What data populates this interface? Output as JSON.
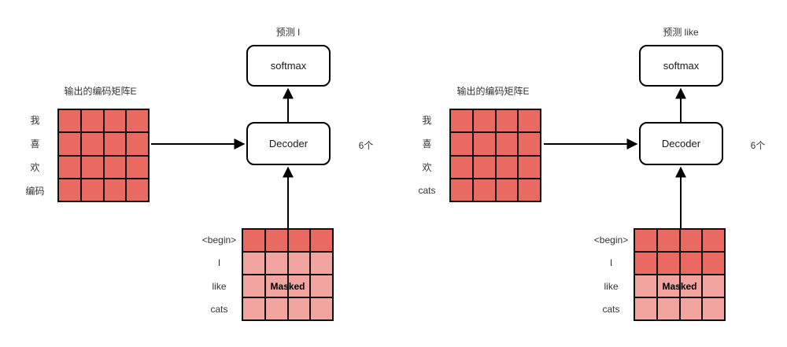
{
  "colors": {
    "cell_dark": "#ea6a62",
    "cell_light": "#f2a49e",
    "line": "#000000",
    "text": "#333333"
  },
  "diagrams": [
    {
      "prediction_label": "预测 I",
      "softmax_label": "softmax",
      "decoder_label": "Decoder",
      "count_label": "6个",
      "encoder_matrix": {
        "title": "输出的编码矩阵E",
        "rows": [
          {
            "label": "我",
            "shade": "dark"
          },
          {
            "label": "喜",
            "shade": "dark"
          },
          {
            "label": "欢",
            "shade": "dark"
          },
          {
            "label": "编码",
            "shade": "dark"
          }
        ]
      },
      "input_matrix": {
        "masked_label": "Masked",
        "rows": [
          {
            "label": "<begin>",
            "shade": "dark"
          },
          {
            "label": "I",
            "shade": "light"
          },
          {
            "label": "like",
            "shade": "light"
          },
          {
            "label": "cats",
            "shade": "light"
          }
        ]
      }
    },
    {
      "prediction_label": "预测 like",
      "softmax_label": "softmax",
      "decoder_label": "Decoder",
      "count_label": "6个",
      "encoder_matrix": {
        "title": "输出的编码矩阵E",
        "rows": [
          {
            "label": "我",
            "shade": "dark"
          },
          {
            "label": "喜",
            "shade": "dark"
          },
          {
            "label": "欢",
            "shade": "dark"
          },
          {
            "label": "cats",
            "shade": "dark"
          }
        ]
      },
      "input_matrix": {
        "masked_label": "Masked",
        "rows": [
          {
            "label": "<begin>",
            "shade": "dark"
          },
          {
            "label": "I",
            "shade": "dark"
          },
          {
            "label": "like",
            "shade": "light"
          },
          {
            "label": "cats",
            "shade": "light"
          }
        ]
      }
    }
  ]
}
